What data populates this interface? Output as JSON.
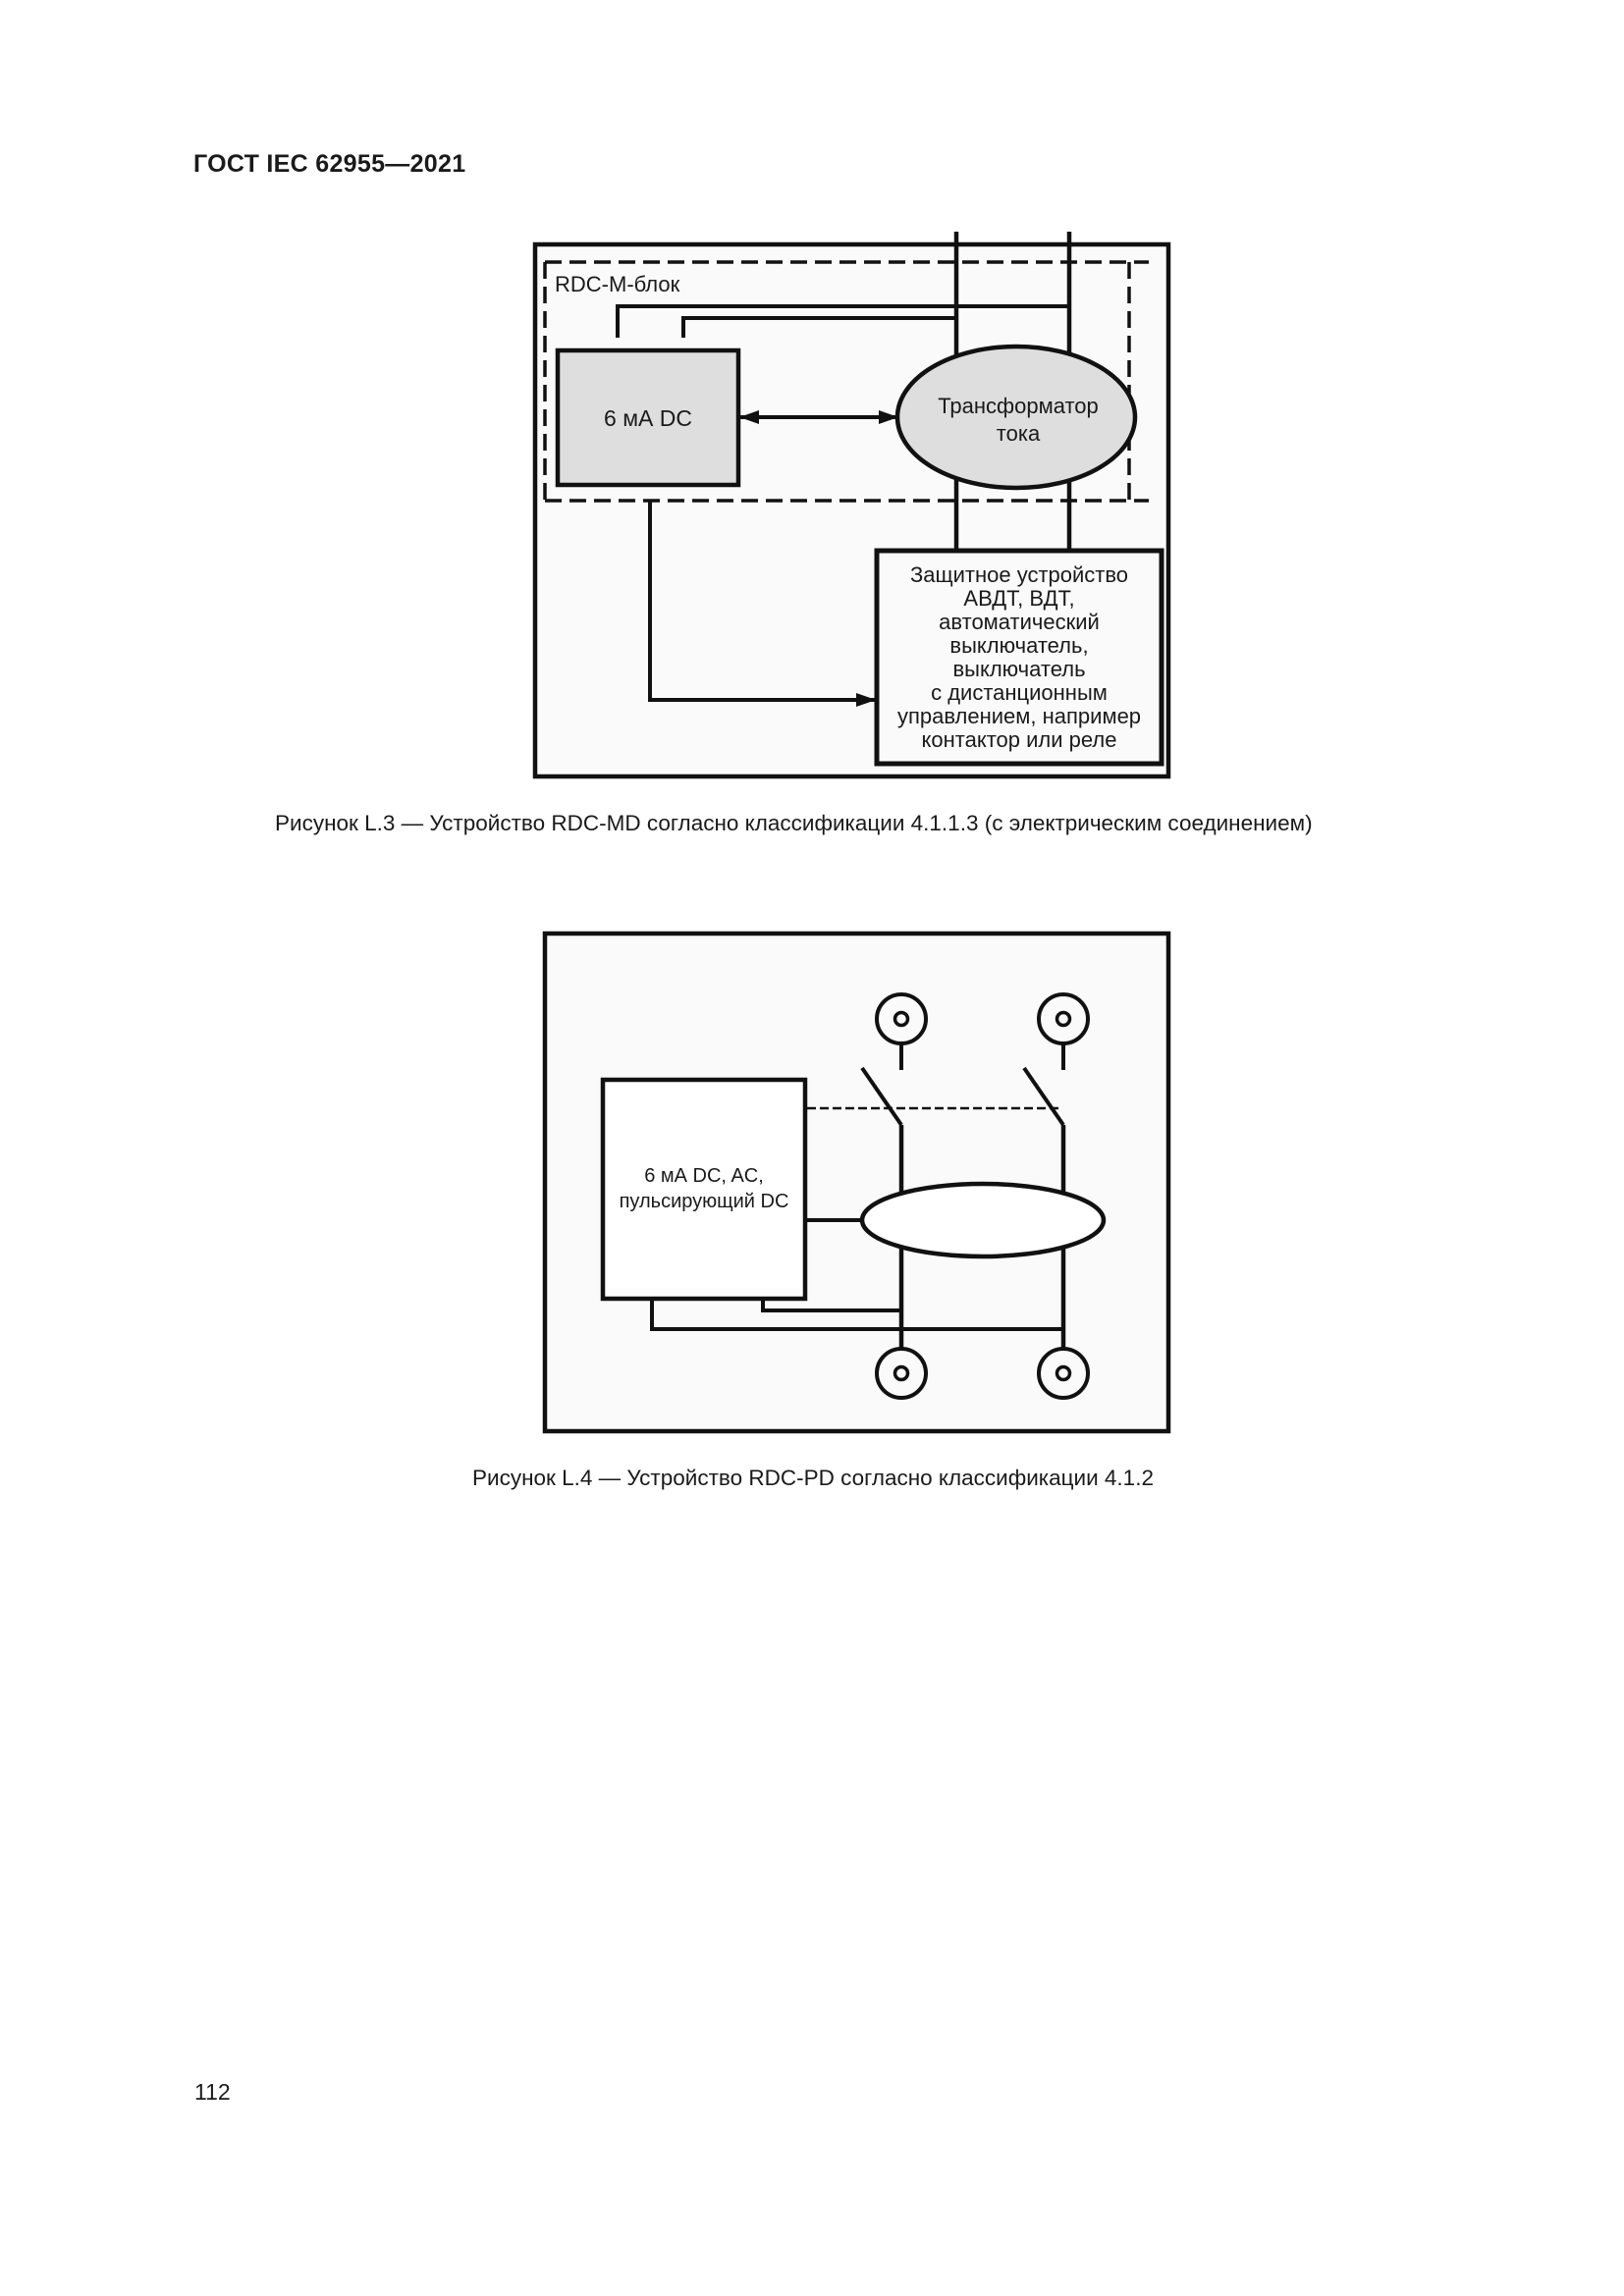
{
  "document": {
    "header": "ГОСТ IEC 62955—2021",
    "page_number": "112"
  },
  "figure_l3": {
    "caption": "Рисунок L.3 — Устройство RDC-MD согласно классификации 4.1.1.3 (с электрическим соединением)",
    "block_label": "RDC-M-блок",
    "detector_label": "6 мА DC",
    "transformer_label": [
      "Трансформатор",
      "тока"
    ],
    "protective_device_label": [
      "Защитное устройство",
      "АВДТ, ВДТ,",
      "автоматический",
      "выключатель,",
      "выключатель",
      "с дистанционным",
      "управлением, например",
      "контактор или реле"
    ],
    "colors": {
      "line": "#111111",
      "block_fill": "#dedede",
      "frame_fill": "#fafafa"
    }
  },
  "figure_l4": {
    "caption": "Рисунок L.4 — Устройство RDC-PD согласно классификации 4.1.2",
    "detector_label": [
      "6 мА DC, AC,",
      "пульсирующий DC"
    ],
    "colors": {
      "line": "#111111",
      "frame_fill": "#fafafa",
      "box_fill": "#ffffff"
    }
  }
}
